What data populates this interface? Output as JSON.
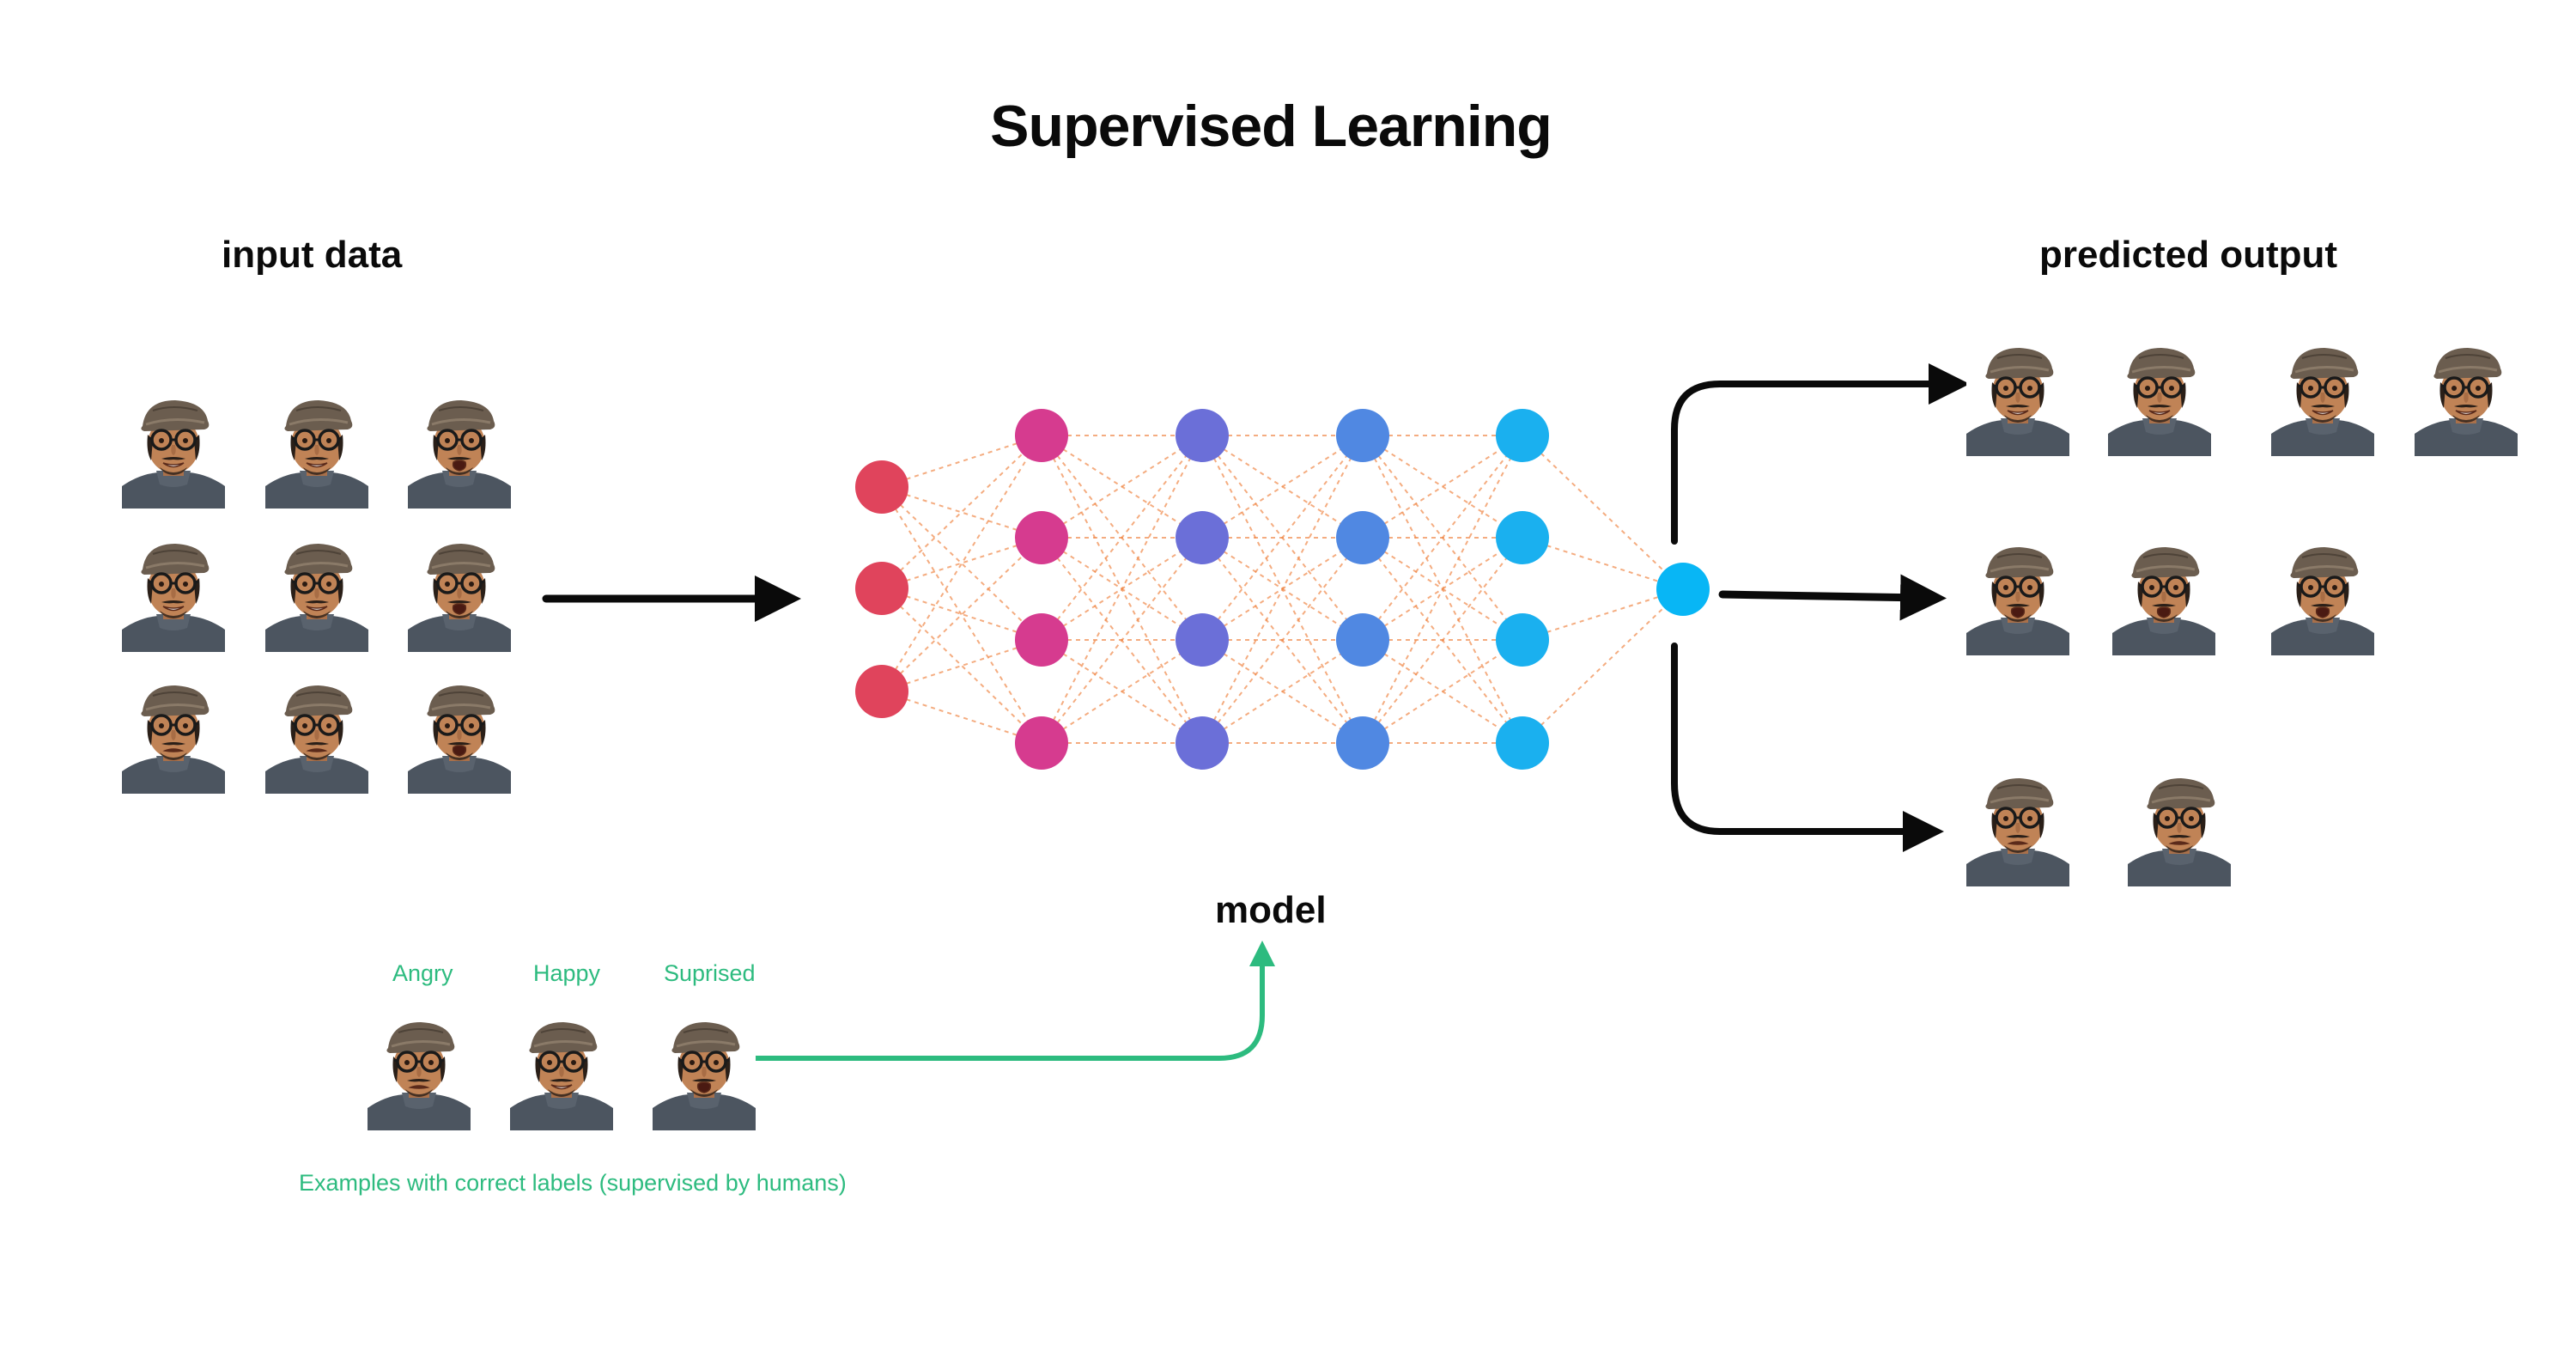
{
  "title": "Supervised Learning",
  "input_heading": "input data",
  "output_heading": "predicted output",
  "model_label": "model",
  "labeled_examples": {
    "categories": [
      "Angry",
      "Happy",
      "Suprised"
    ],
    "caption": "Examples with correct labels (supervised by humans)"
  },
  "network": {
    "layers": [
      {
        "nodes": 3,
        "color": "#e0445c"
      },
      {
        "nodes": 4,
        "color": "#d63b8f"
      },
      {
        "nodes": 4,
        "color": "#6b6fd8"
      },
      {
        "nodes": 4,
        "color": "#5088e2"
      },
      {
        "nodes": 4,
        "color": "#1ab0ef"
      },
      {
        "nodes": 1,
        "color": "#08b6f5"
      }
    ]
  },
  "colors": {
    "arrow": "#0a0a0a",
    "supervision_arrow": "#2dbb7f",
    "connection": "#f08a4b"
  },
  "input_grid": {
    "rows": 3,
    "cols": 3,
    "icon": "face-photo-icon"
  },
  "output_groups": [
    {
      "class": "Happy",
      "count": 4
    },
    {
      "class": "Surprised",
      "count": 3
    },
    {
      "class": "Angry",
      "count": 2
    }
  ]
}
